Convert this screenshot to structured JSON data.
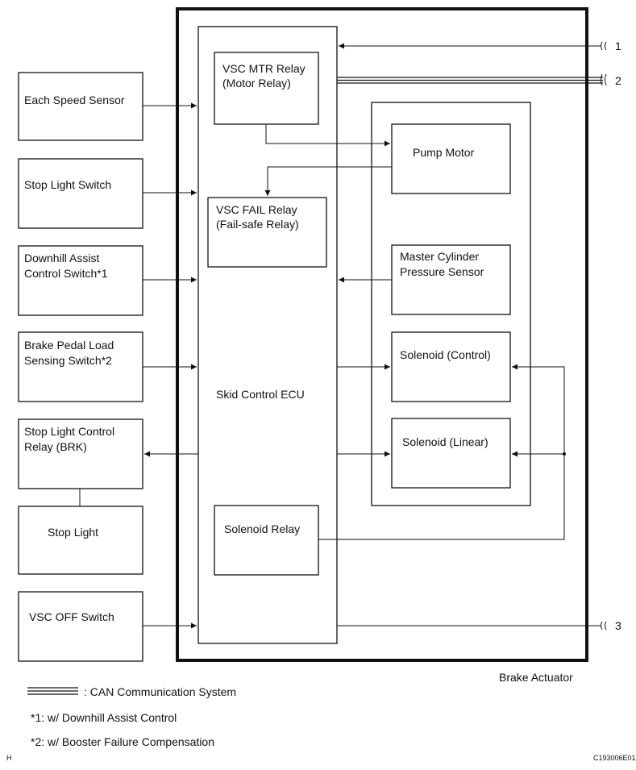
{
  "labels": {
    "each_speed_sensor": "Each Speed Sensor",
    "stop_light_switch": "Stop Light Switch",
    "downhill_line1": "Downhill Assist",
    "downhill_line2": "Control Switch*1",
    "brake_pedal_line1": "Brake Pedal Load",
    "brake_pedal_line2": "Sensing Switch*2",
    "stop_light_relay_line1": "Stop Light Control",
    "stop_light_relay_line2": "Relay (BRK)",
    "stop_light": "Stop Light",
    "vsc_off_switch": "VSC OFF Switch",
    "vsc_mtr_line1": "VSC MTR Relay",
    "vsc_mtr_line2": "(Motor Relay)",
    "vsc_fail_line1": "VSC FAIL Relay",
    "vsc_fail_line2": "(Fail-safe Relay)",
    "skid_control_ecu": "Skid Control ECU",
    "solenoid_relay": "Solenoid Relay",
    "pump_motor": "Pump Motor",
    "master_cyl_line1": "Master Cylinder",
    "master_cyl_line2": "Pressure Sensor",
    "solenoid_control": "Solenoid (Control)",
    "solenoid_linear": "Solenoid (Linear)",
    "brake_actuator": "Brake Actuator",
    "terminal_1": "1",
    "terminal_2": "2",
    "terminal_3": "3"
  },
  "legend": {
    "can": ": CAN Communication System",
    "note1": "*1: w/ Downhill Assist Control",
    "note2": "*2: w/ Booster Failure Compensation"
  },
  "corner": {
    "left": "H",
    "right": "C193006E01"
  }
}
